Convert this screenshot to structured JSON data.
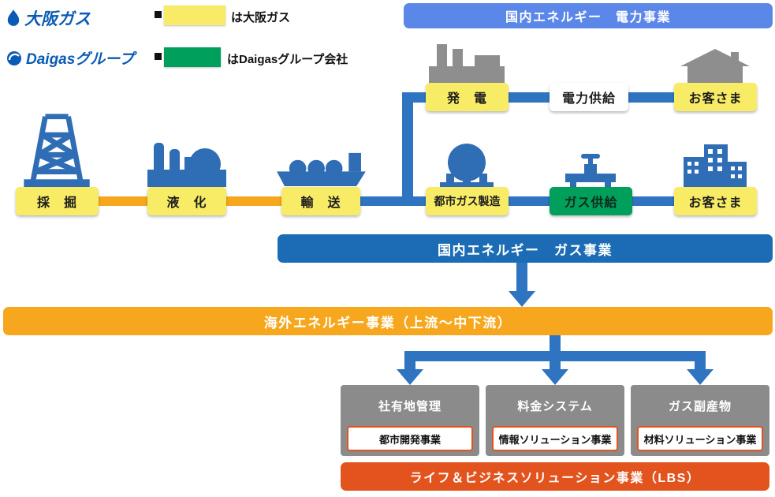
{
  "legend": {
    "brand_osaka_gas": "大阪ガス",
    "brand_daigas": "Daigasグループ",
    "items": [
      {
        "label": "は大阪ガス",
        "swatch": "#f8ec67"
      },
      {
        "label": "はDaigasグループ会社",
        "swatch": "#00a05c"
      }
    ]
  },
  "banners": {
    "power": "国内エネルギー　電力事業",
    "gas": "国内エネルギー　ガス事業",
    "overseas": "海外エネルギー事業（上流〜中下流）",
    "lbs": "ライフ＆ビジネスソリューション事業（LBS）"
  },
  "power_chain": {
    "generation": "発　電",
    "supply": "電力供給",
    "customer": "お客さま"
  },
  "gas_chain": {
    "mining": "採　掘",
    "liquefaction": "液　化",
    "transport": "輸　送",
    "manufacturing": "都市ガス製造",
    "supply": "ガス供給",
    "customer": "お客さま"
  },
  "lbs": {
    "columns": [
      {
        "header": "社有地管理",
        "business": "都市開発事業"
      },
      {
        "header": "料金システム",
        "business": "情報ソリューション事業"
      },
      {
        "header": "ガス副産物",
        "business": "材料ソリューション事業"
      }
    ]
  },
  "colors": {
    "yellow_box": "#f8ec67",
    "green_box": "#00a05c",
    "blue_line": "#2e74c0",
    "banner_blue_light": "#5b87e8",
    "banner_blue": "#1b6cb5",
    "orange": "#f6a71d",
    "red_orange": "#e2531d",
    "icon_blue": "#2f6db5",
    "icon_gray": "#8e8e8e"
  }
}
